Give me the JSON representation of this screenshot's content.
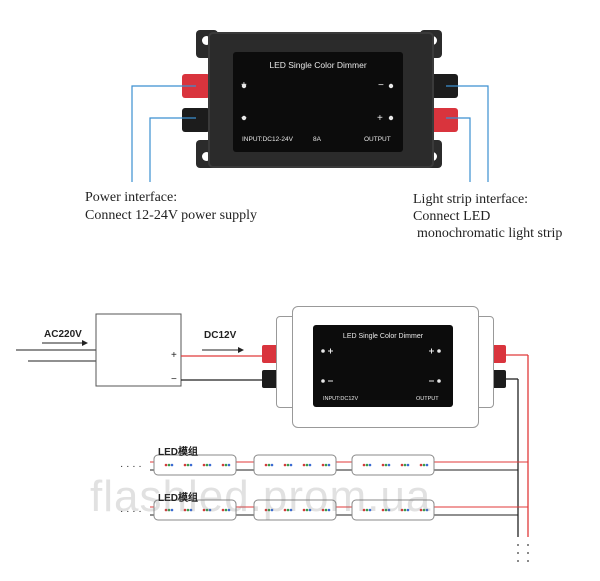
{
  "top_device": {
    "title": "LED Single Color Dimmer",
    "input_label": "INPUT:DC12-24V",
    "current_label": "8A",
    "output_label": "OUTPUT",
    "plus": "+",
    "minus": "−"
  },
  "captions": {
    "power_line1": "Power interface:",
    "power_line2": "Connect 12-24V power supply",
    "strip_line1": "Light strip interface:",
    "strip_line2": "Connect LED",
    "strip_line3": "monochromatic light strip"
  },
  "bottom_diagram": {
    "ac_label": "AC220V",
    "dc_label": "DC12V",
    "psu_plus": "+",
    "psu_minus": "−",
    "device_title": "LED Single Color Dimmer",
    "device_input": "INPUT:DC12V",
    "device_output": "OUTPUT",
    "led_group_label_1": "LED模组",
    "led_group_label_2": "LED模组",
    "dots": "· · · ·"
  },
  "watermark": "flashled.prom.ua",
  "colors": {
    "wire_blue": "#3b8fd0",
    "wire_red": "#e03a3a",
    "wire_black": "#222222",
    "terminal_red": "#d9343d",
    "device_body": "#2b2b2b",
    "panel": "#0c0c0c"
  }
}
